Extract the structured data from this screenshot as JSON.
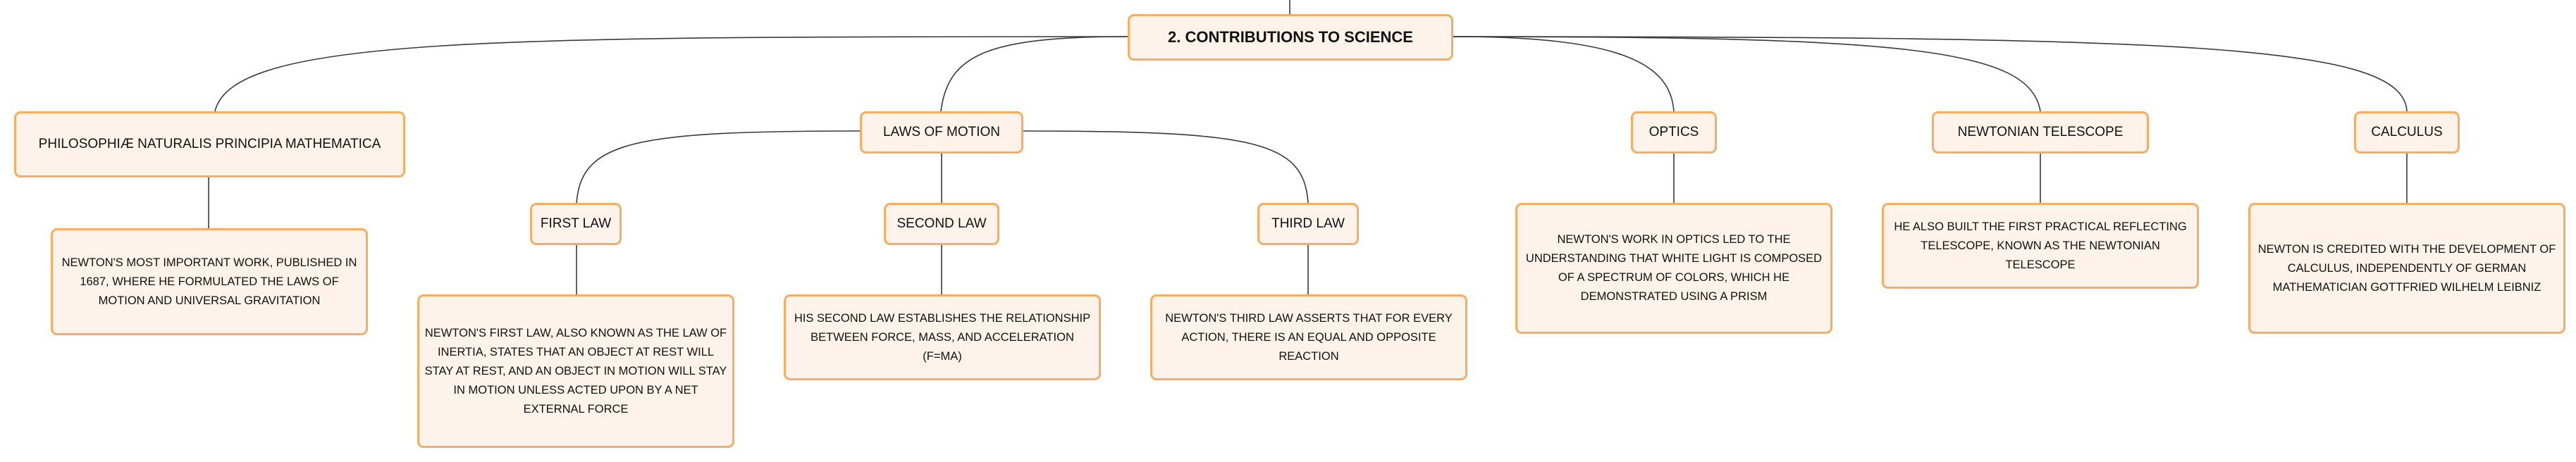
{
  "root": {
    "label": "2. CONTRIBUTIONS TO SCIENCE"
  },
  "branches": {
    "principia": {
      "label": "PHILOSOPHIÆ NATURALIS PRINCIPIA MATHEMATICA",
      "detail": "NEWTON'S MOST IMPORTANT WORK, PUBLISHED IN 1687, WHERE HE FORMULATED THE LAWS OF MOTION AND UNIVERSAL GRAVITATION"
    },
    "laws_of_motion": {
      "label": "LAWS OF MOTION",
      "first_law": {
        "label": "FIRST LAW",
        "detail": "NEWTON'S FIRST LAW, ALSO KNOWN AS THE LAW OF INERTIA, STATES THAT AN OBJECT AT REST WILL STAY AT REST, AND AN OBJECT IN MOTION WILL STAY IN MOTION UNLESS ACTED UPON BY A NET EXTERNAL FORCE"
      },
      "second_law": {
        "label": "SECOND LAW",
        "detail": "HIS SECOND LAW ESTABLISHES THE RELATIONSHIP BETWEEN FORCE, MASS, AND ACCELERATION (F=MA)"
      },
      "third_law": {
        "label": "THIRD LAW",
        "detail": "NEWTON'S THIRD LAW ASSERTS THAT FOR EVERY ACTION, THERE IS AN EQUAL AND OPPOSITE REACTION"
      }
    },
    "optics": {
      "label": "OPTICS",
      "detail": "NEWTON'S WORK IN OPTICS LED TO THE UNDERSTANDING THAT WHITE LIGHT IS COMPOSED OF A SPECTRUM OF COLORS, WHICH HE DEMONSTRATED USING A PRISM"
    },
    "telescope": {
      "label": "NEWTONIAN TELESCOPE",
      "detail": "HE ALSO BUILT THE FIRST PRACTICAL REFLECTING TELESCOPE, KNOWN AS THE NEWTONIAN TELESCOPE"
    },
    "calculus": {
      "label": "CALCULUS",
      "detail": "NEWTON IS CREDITED WITH THE DEVELOPMENT OF CALCULUS, INDEPENDENTLY OF GERMAN MATHEMATICIAN GOTTFRIED WILHELM LEIBNIZ"
    }
  },
  "colors": {
    "node_fill": "#fdf3ea",
    "node_border": "#f6ad62",
    "connector": "#3a3a3a"
  }
}
